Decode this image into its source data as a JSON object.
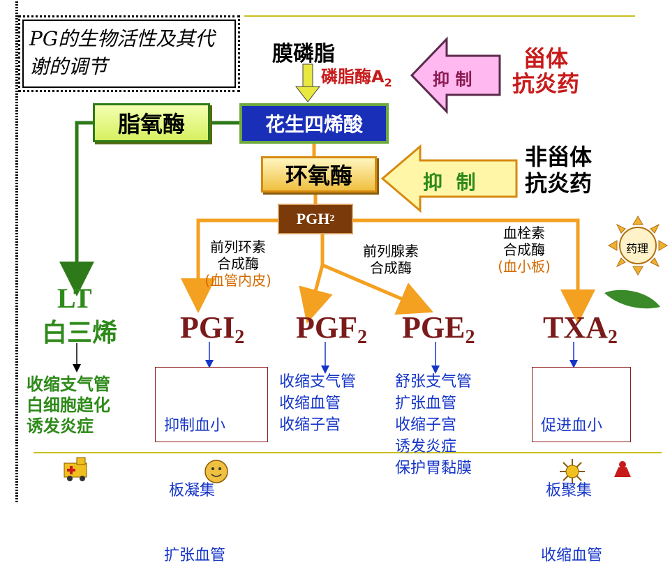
{
  "title": "PG的生物活性及其代谢的调节",
  "membrane": "膜磷脂",
  "pla2": "磷脂酶A",
  "pla2_sub": "2",
  "inhibit1": "抑 制",
  "inhibit2": "抑  制",
  "steroid": {
    "line1": "甾体",
    "line2": "抗炎药"
  },
  "nsaid": {
    "line1": "非甾体",
    "line2": "抗炎药"
  },
  "lipoxygenase": "脂氧酶",
  "arachidonic": "花生四烯酸",
  "cyclooxygenase": "环氧酶",
  "pgh2": {
    "main": "PGH",
    "sub": "2"
  },
  "enzymes": {
    "pgi": {
      "l1": "前列环素",
      "l2": "合成酶",
      "l3": "(血管内皮)"
    },
    "pge": {
      "l1": "前列腺素",
      "l2": "合成酶"
    },
    "txa": {
      "l1": "血栓素",
      "l2": "合成酶",
      "l3": "(血小板)"
    }
  },
  "products": {
    "lt": {
      "main": "LT",
      "cn": "白三烯"
    },
    "pgi": {
      "main": "PGI",
      "sub": "2"
    },
    "pgf": {
      "main": "PGF",
      "sub": "2"
    },
    "pge": {
      "main": "PGE",
      "sub": "2"
    },
    "txa": {
      "main": "TXA",
      "sub": "2"
    }
  },
  "effects": {
    "lt": [
      "收缩支气管",
      "白细胞趋化",
      "诱发炎症"
    ],
    "pgi": [
      "抑制血小",
      " 板凝集",
      "扩张血管"
    ],
    "pgf": [
      "收缩支气管",
      "收缩血管",
      "收缩子宫"
    ],
    "pge": [
      "舒张支气管",
      "扩张血管",
      "收缩子宫",
      "诱发炎症",
      "保护胃黏膜"
    ],
    "txa": [
      "促进血小",
      " 板聚集",
      "收缩血管"
    ]
  },
  "badge": "药理",
  "colors": {
    "green": "#2e8a1a",
    "orange": "#f4a020",
    "blue": "#1535c8",
    "red": "#c81a1a"
  }
}
